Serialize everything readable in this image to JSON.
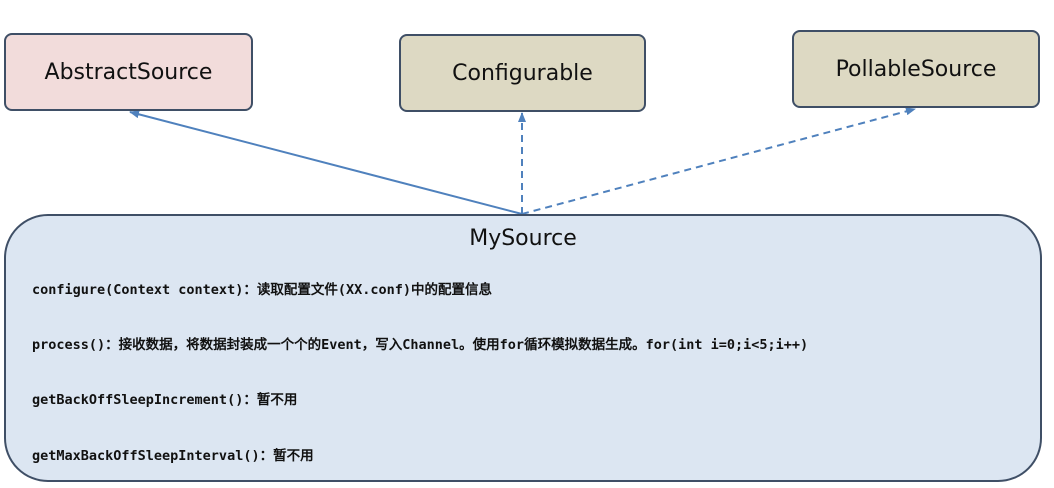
{
  "boxes": {
    "abstract_source": "AbstractSource",
    "configurable": "Configurable",
    "pollable_source": "PollableSource"
  },
  "mysource": {
    "title": "MySource",
    "methods": [
      "configure(Context context)：读取配置文件(XX.conf)中的配置信息",
      "process()：接收数据，将数据封装成一个个的Event，写入Channel。使用for循环模拟数据生成。for(int i=0;i<5;i++)",
      "getBackOffSleepIncrement()：暂不用",
      "getMaxBackOffSleepInterval()：暂不用"
    ]
  },
  "colors": {
    "abstract_fill": "#f2dcdb",
    "interface_fill": "#ddd9c3",
    "class_fill": "#dce6f2",
    "border": "#3f4f66",
    "arrow": "#4f81bd"
  }
}
